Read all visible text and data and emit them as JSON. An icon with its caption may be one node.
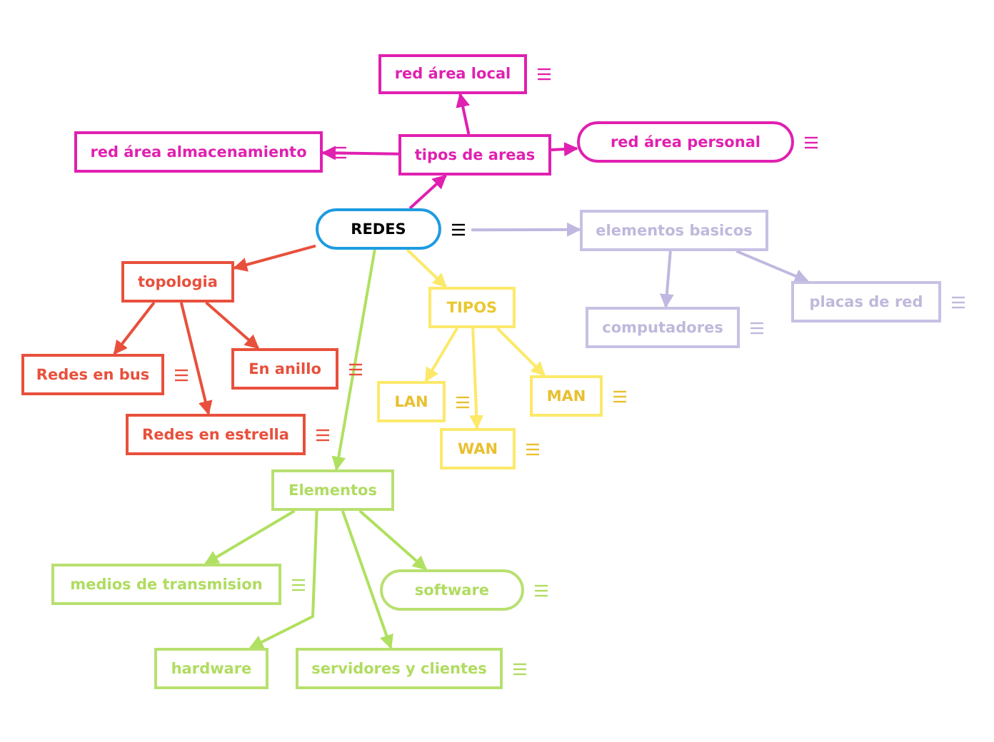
{
  "diagram": {
    "nodes": [
      {
        "text": [
          "REDES"
        ]
      },
      {
        "text": [
          "tipos de areas"
        ]
      },
      {
        "text": [
          "red área local"
        ]
      },
      {
        "text": [
          "red área almacenamiento"
        ]
      },
      {
        "text": [
          "red área personal"
        ]
      },
      {
        "text": [
          "elementos basicos"
        ]
      },
      {
        "text": [
          "computadores"
        ]
      },
      {
        "text": [
          "placas de red"
        ]
      },
      {
        "text": [
          "topologia"
        ]
      },
      {
        "text": [
          "Redes en bus"
        ]
      },
      {
        "text": [
          "En anillo"
        ]
      },
      {
        "text": [
          "Redes en estrella"
        ]
      },
      {
        "text": [
          "TIPOS"
        ]
      },
      {
        "text": [
          "LAN"
        ]
      },
      {
        "text": [
          "WAN"
        ]
      },
      {
        "text": [
          "MAN"
        ]
      },
      {
        "text": [
          "Elementos"
        ]
      },
      {
        "text": [
          "medios de transmision"
        ]
      },
      {
        "text": [
          "software"
        ]
      },
      {
        "text": [
          "hardware"
        ]
      },
      {
        "text": [
          "servidores y clientes"
        ]
      }
    ],
    "edges": [
      {
        "from": 0,
        "to": 1,
        "arrow": "to",
        "color": "#e020b0"
      },
      {
        "from": 1,
        "to": 2,
        "arrow": "to",
        "color": "#e020b0"
      },
      {
        "from": 1,
        "to": 3,
        "arrow": "to",
        "color": "#e020b0"
      },
      {
        "from": 1,
        "to": 4,
        "arrow": "to",
        "color": "#e020b0"
      },
      {
        "from": 0,
        "to": 5,
        "arrow": "to",
        "color": "#c0b8e0"
      },
      {
        "from": 5,
        "to": 6,
        "arrow": "to",
        "color": "#c0b8e0"
      },
      {
        "from": 5,
        "to": 7,
        "arrow": "to",
        "color": "#c0b8e0"
      },
      {
        "from": 0,
        "to": 8,
        "arrow": "to",
        "color": "#e8503c"
      },
      {
        "from": 8,
        "to": 9,
        "arrow": "to",
        "color": "#e8503c"
      },
      {
        "from": 8,
        "to": 10,
        "arrow": "to",
        "color": "#e8503c"
      },
      {
        "from": 8,
        "to": 11,
        "arrow": "to",
        "color": "#e8503c"
      },
      {
        "from": 0,
        "to": 12,
        "arrow": "to",
        "color": "#fce96a"
      },
      {
        "from": 12,
        "to": 13,
        "arrow": "to",
        "color": "#fce96a"
      },
      {
        "from": 12,
        "to": 14,
        "arrow": "to",
        "color": "#fce96a"
      },
      {
        "from": 12,
        "to": 15,
        "arrow": "to",
        "color": "#fce96a"
      },
      {
        "from": 0,
        "to": 16,
        "arrow": "to",
        "color": "#b0e060"
      },
      {
        "from": 16,
        "to": 17,
        "arrow": "to",
        "color": "#b0e060"
      },
      {
        "from": 16,
        "to": 18,
        "arrow": "to",
        "color": "#b0e060"
      },
      {
        "from": 16,
        "to": 19,
        "arrow": "to",
        "color": "#b0e060"
      },
      {
        "from": 16,
        "to": 20,
        "arrow": "to",
        "color": "#b0e060"
      }
    ]
  }
}
